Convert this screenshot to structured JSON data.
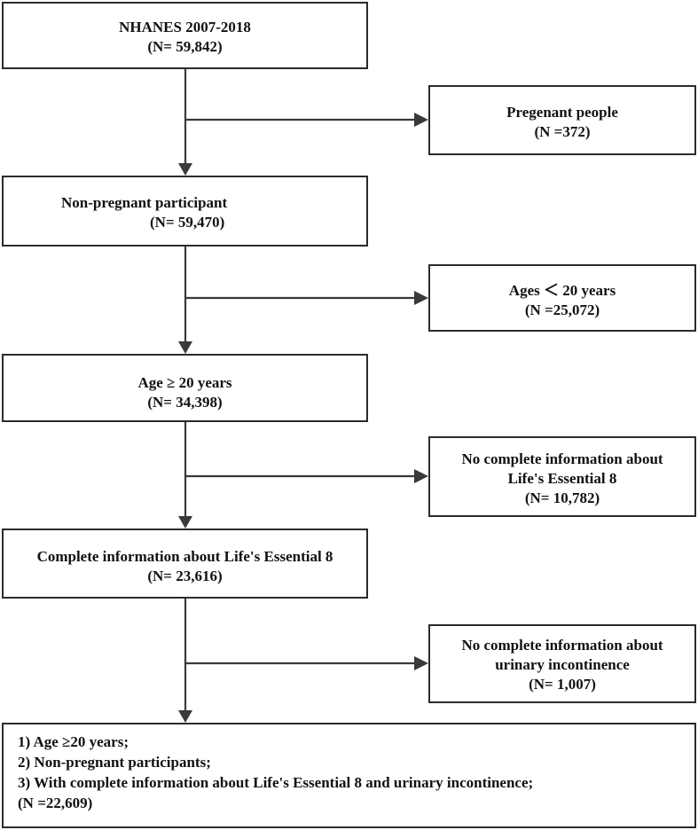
{
  "flowchart": {
    "main_steps": [
      {
        "line1": "NHANES 2007-2018",
        "line2": "(N= 59,842)"
      },
      {
        "line1": "Non-pregnant participant",
        "line2": "(N= 59,470)"
      },
      {
        "line1": "Age ≥ 20 years",
        "line2": "(N= 34,398)"
      },
      {
        "line1": "Complete information about Life's Essential 8",
        "line2": "(N= 23,616)"
      }
    ],
    "exclusions": [
      {
        "line1": "Pregenant people",
        "line2": "(N =372)"
      },
      {
        "line1": "Ages ＜ 20 years",
        "line2": "(N =25,072)"
      },
      {
        "line1": "No complete information about",
        "line2": "Life's Essential 8",
        "line3": "(N= 10,782)"
      },
      {
        "line1": "No complete information about",
        "line2": "urinary incontinence",
        "line3": "(N= 1,007)"
      }
    ],
    "final": {
      "lines": [
        "1) Age ≥20 years;",
        "2) Non-pregnant participants;",
        "3) With complete information about Life's Essential 8 and urinary incontinence;",
        "(N =22,609)"
      ]
    }
  }
}
